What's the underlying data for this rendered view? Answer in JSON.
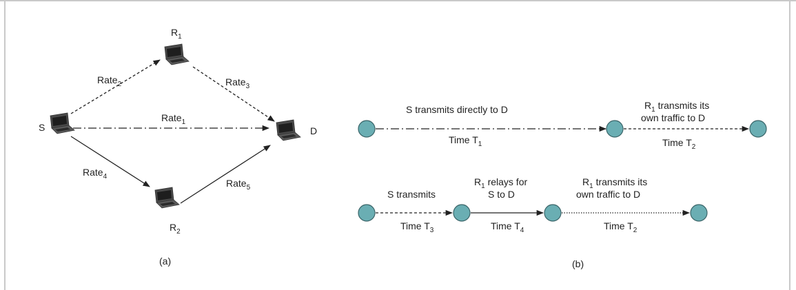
{
  "colors": {
    "frame": "#c9c9c9",
    "node_fill": "#6aaeb3",
    "node_stroke": "#3a6468",
    "line": "#222222",
    "laptop_body": "#4a4a4a",
    "laptop_screen": "#1e1e1e"
  },
  "panel_a": {
    "caption": "(a)",
    "nodes": {
      "s": "S",
      "d": "D",
      "r1": {
        "base": "R",
        "sub": "1"
      },
      "r2": {
        "base": "R",
        "sub": "2"
      }
    },
    "links": {
      "rate1": {
        "base": "Rate",
        "sub": "1"
      },
      "rate2": {
        "base": "Rate",
        "sub": "2"
      },
      "rate3": {
        "base": "Rate",
        "sub": "3"
      },
      "rate4": {
        "base": "Rate",
        "sub": "4"
      },
      "rate5": {
        "base": "Rate",
        "sub": "5"
      }
    },
    "icons": [
      "laptop-icon",
      "laptop-icon",
      "laptop-icon",
      "laptop-icon"
    ]
  },
  "panel_b": {
    "caption": "(b)",
    "row1": {
      "seg1_label": "S transmits directly to D",
      "seg1_time": {
        "base": "Time T",
        "sub": "1"
      },
      "seg2_label_line1": {
        "base": "R",
        "sub": "1",
        "rest": " transmits its"
      },
      "seg2_label_line2": "own traffic to D",
      "seg2_time": {
        "base": "Time T",
        "sub": "2"
      }
    },
    "row2": {
      "seg1_label": "S transmits",
      "seg1_time": {
        "base": "Time T",
        "sub": "3"
      },
      "seg2_label_line1": {
        "base": "R",
        "sub": "1",
        "rest": " relays for"
      },
      "seg2_label_line2": "S to D",
      "seg2_time": {
        "base": "Time T",
        "sub": "4"
      },
      "seg3_label_line1": {
        "base": "R",
        "sub": "1",
        "rest": " transmits its"
      },
      "seg3_label_line2": "own traffic to D",
      "seg3_time": {
        "base": "Time T",
        "sub": "2"
      }
    }
  }
}
